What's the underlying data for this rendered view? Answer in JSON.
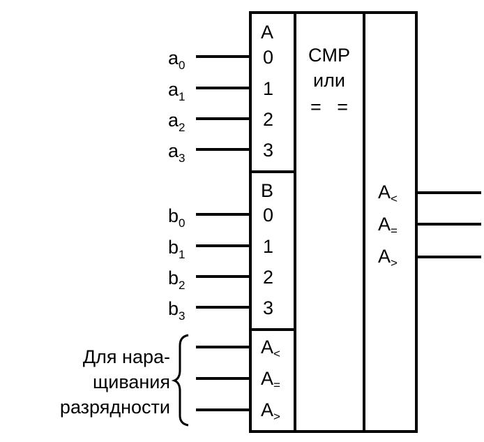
{
  "block": {
    "a_section": {
      "header": "A",
      "bits": [
        "0",
        "1",
        "2",
        "3"
      ]
    },
    "b_section": {
      "header": "B",
      "bits": [
        "0",
        "1",
        "2",
        "3"
      ]
    },
    "cascade_inputs": [
      {
        "base": "A",
        "sub": "<"
      },
      {
        "base": "A",
        "sub": "="
      },
      {
        "base": "A",
        "sub": ">"
      }
    ],
    "function": {
      "line1": "CMP",
      "line2": "или",
      "line3": "=   ="
    },
    "outputs": [
      {
        "base": "A",
        "sub": "<"
      },
      {
        "base": "A",
        "sub": "="
      },
      {
        "base": "A",
        "sub": ">"
      }
    ]
  },
  "inputs_a": [
    {
      "base": "a",
      "sub": "0"
    },
    {
      "base": "a",
      "sub": "1"
    },
    {
      "base": "a",
      "sub": "2"
    },
    {
      "base": "a",
      "sub": "3"
    }
  ],
  "inputs_b": [
    {
      "base": "b",
      "sub": "0"
    },
    {
      "base": "b",
      "sub": "1"
    },
    {
      "base": "b",
      "sub": "2"
    },
    {
      "base": "b",
      "sub": "3"
    }
  ],
  "cascade_note": [
    "Для нара-",
    "щивания",
    "разрядности"
  ]
}
